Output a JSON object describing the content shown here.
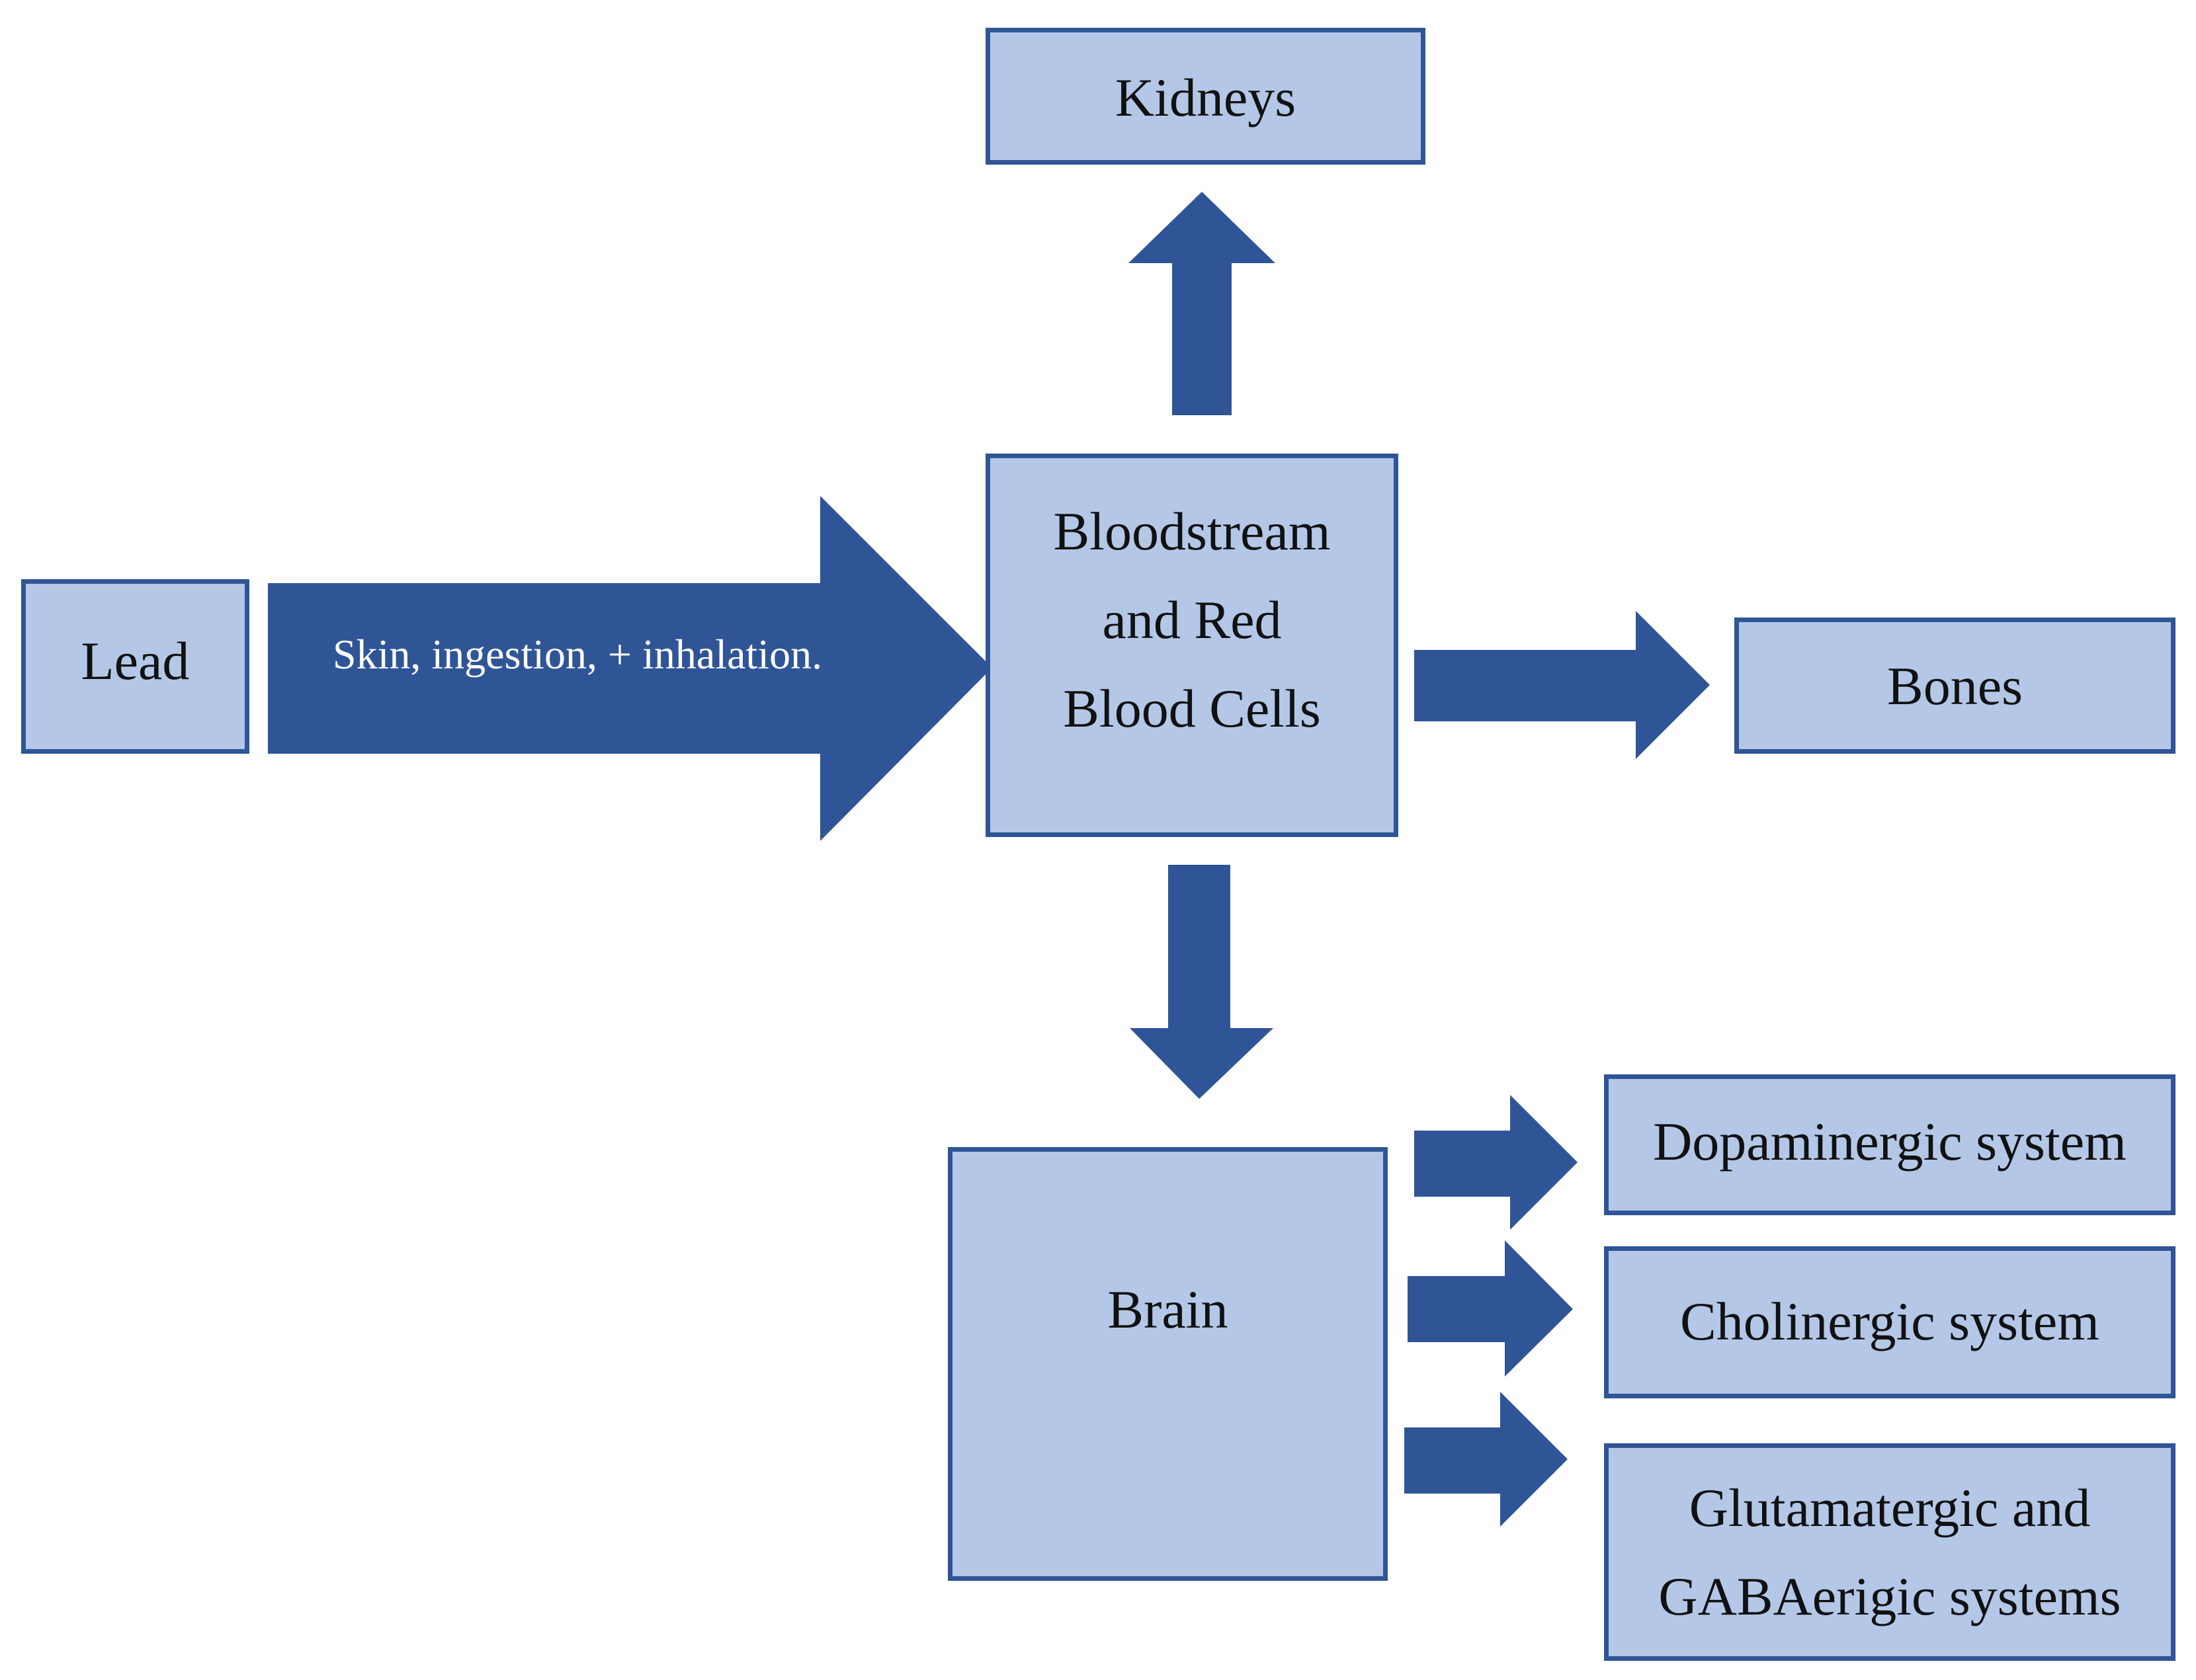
{
  "colors": {
    "box_fill": "#b4c7e7",
    "box_border": "#2f5597",
    "arrow_fill": "#2f5597",
    "label_text": "#111111",
    "arrow_text": "#ffffff"
  },
  "nodes": {
    "lead": "Lead",
    "kidneys": "Kidneys",
    "bloodstream": [
      "Bloodstream",
      "and Red",
      "Blood Cells"
    ],
    "bones": "Bones",
    "brain": "Brain",
    "dopaminergic": "Dopaminergic system",
    "cholinergic": "Cholinergic system",
    "glutamatergic": [
      "Glutamatergic and",
      "GABAerigic systems"
    ]
  },
  "edges": {
    "lead_to_bloodstream": "Skin, ingestion, + inhalation."
  }
}
